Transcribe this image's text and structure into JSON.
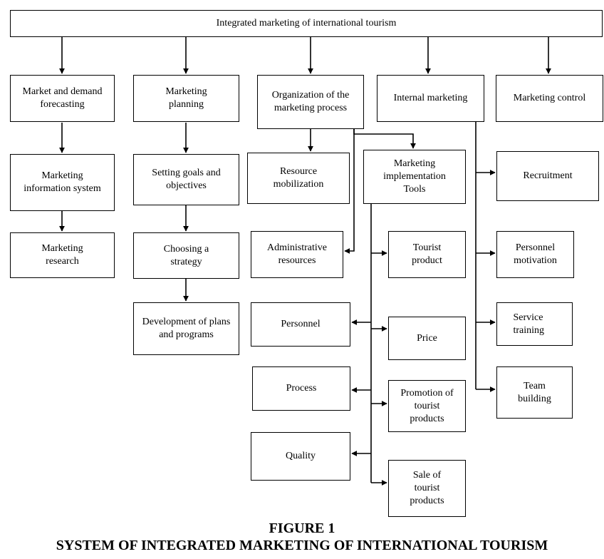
{
  "diagram": {
    "root": "Integrated marketing of international tourism",
    "market_forecast": "Market and demand forecasting",
    "marketing_planning": "Marketing planning",
    "organization": "Organization of the marketing process",
    "internal_marketing": "Internal marketing",
    "marketing_control": "Marketing control",
    "info_system": "Marketing information system",
    "marketing_research": "Marketing research",
    "setting_goals": "Setting goals and objectives",
    "choosing_strategy": "Choosing a strategy",
    "development_plans": "Development of plans and programs",
    "resource_mobilization": "Resource mobilization",
    "implementation_tools": "Marketing implementation Tools",
    "administrative_resources": "Administrative resources",
    "personnel": "Personnel",
    "process": "Process",
    "quality": "Quality",
    "tourist_product": "Tourist product",
    "price": "Price",
    "promotion": "Promotion of tourist products",
    "sale": "Sale of tourist products",
    "recruitment": "Recruitment",
    "personnel_motivation": "Personnel motivation",
    "service_training": "Service training",
    "team_building": "Team building"
  },
  "caption": {
    "figure": "FIGURE 1",
    "title": "SYSTEM OF INTEGRATED MARKETING OF INTERNATIONAL TOURISM"
  }
}
